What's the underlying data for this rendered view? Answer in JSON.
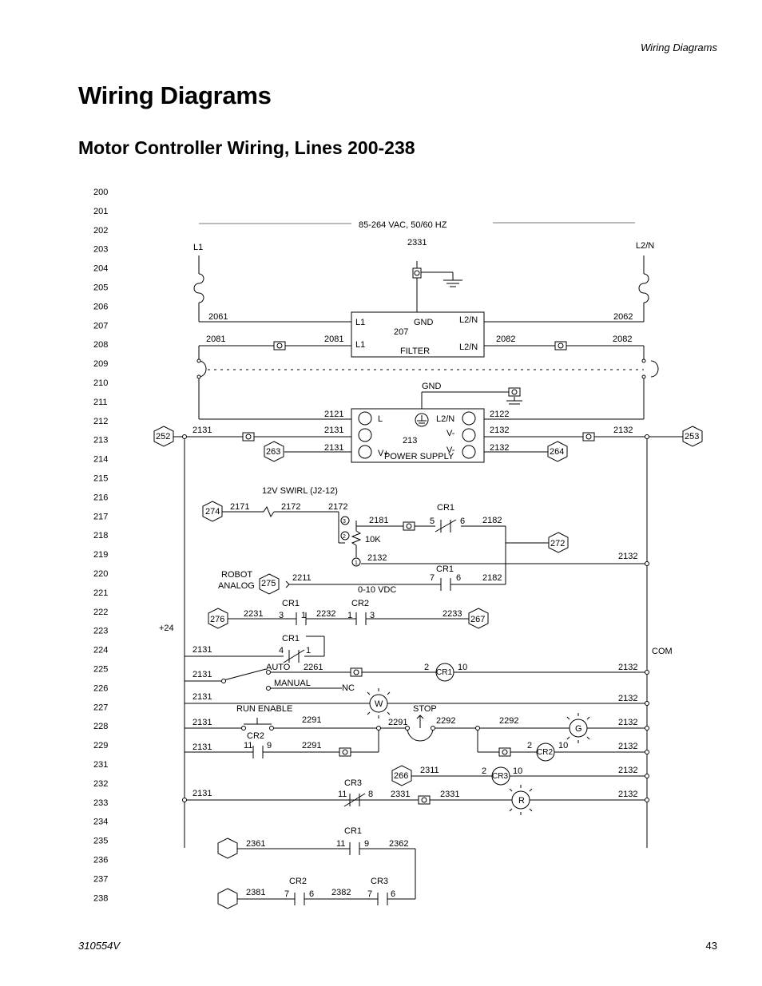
{
  "header": {
    "section": "Wiring Diagrams"
  },
  "page": {
    "title": "Wiring Diagrams",
    "subtitle": "Motor Controller Wiring, Lines 200-238"
  },
  "footer": {
    "doc_number": "310554V",
    "page_number": "43"
  },
  "line_numbers": [
    "200",
    "201",
    "202",
    "203",
    "204",
    "205",
    "206",
    "207",
    "208",
    "209",
    "210",
    "211",
    "212",
    "213",
    "214",
    "215",
    "216",
    "217",
    "218",
    "219",
    "220",
    "221",
    "222",
    "223",
    "224",
    "225",
    "226",
    "227",
    "228",
    "229",
    "231",
    "232",
    "233",
    "234",
    "235",
    "236",
    "237",
    "238"
  ],
  "labels": {
    "supply": "85-264 VAC, 50/60 HZ",
    "l1": "L1",
    "l2n": "L2/N",
    "w2331": "2331",
    "w2061": "2061",
    "w2062": "2062",
    "w2081a": "2081",
    "w2081b": "2081",
    "w2082a": "2082",
    "w2082b": "2082",
    "filter_l1a": "L1",
    "filter_l1b": "L1",
    "filter_gnd": "GND",
    "filter_num": "207",
    "filter_l2na": "L2/N",
    "filter_l2nb": "L2/N",
    "filter_name": "FILTER",
    "gnd2": "GND",
    "w2121": "2121",
    "w2131a": "2131",
    "w2131b": "2131",
    "w2131c": "2131",
    "w2122": "2122",
    "w2132a": "2132",
    "w2132b": "2132",
    "w2132c": "2132",
    "ps_l": "L",
    "ps_l2n": "L2/N",
    "ps_vm1": "V-",
    "ps_vm2": "V-",
    "ps_vp": "V+",
    "ps_num": "213",
    "ps_name": "POWER SUPPLY",
    "ref252": "252",
    "ref253": "253",
    "ref263": "263",
    "ref264": "264",
    "swirl": "12V SWIRL (J2-12)",
    "ref274": "274",
    "w2171": "2171",
    "w2172a": "2172",
    "w2172b": "2172",
    "pin3": "3",
    "pin2": "2",
    "pin1": "1",
    "w2181": "2181",
    "pot": "10K",
    "w2132d": "2132",
    "cr1_a": "CR1",
    "c5": "5",
    "c6": "6",
    "w2182a": "2182",
    "ref272": "272",
    "w2132e": "2132",
    "robot1": "ROBOT",
    "robot2": "ANALOG",
    "ref275": "275",
    "w2211": "2211",
    "cr1_b": "CR1",
    "c7": "7",
    "c6b": "6",
    "w2182b": "2182",
    "vdc": "0-10 VDC",
    "ref276": "276",
    "w2231": "2231",
    "cr1_c": "CR1",
    "c3": "3",
    "c1": "1",
    "w2232": "2232",
    "cr2_a": "CR2",
    "c1b": "1",
    "c3b": "3",
    "w2233": "2233",
    "ref267": "267",
    "p24": "+24",
    "com": "COM",
    "w2131d": "2131",
    "cr1_d": "CR1",
    "c4": "4",
    "c1c": "1",
    "w2131e": "2131",
    "auto": "AUTO",
    "w2261": "2261",
    "manual": "MANUAL",
    "nc": "NC",
    "c2a": "2",
    "cr1coil": "CR1",
    "c10a": "10",
    "w2132f": "2132",
    "w2131f": "2131",
    "w_lamp": "W",
    "w2132g": "2132",
    "run_enable": "RUN ENABLE",
    "w2131g": "2131",
    "w2291a": "2291",
    "w2291b": "2291",
    "stop": "STOP",
    "w2292a": "2292",
    "w2292b": "2292",
    "g_lamp": "G",
    "w2132h": "2132",
    "cr2_b": "CR2",
    "w2131h": "2131",
    "c11a": "11",
    "c9a": "9",
    "w2291c": "2291",
    "c2b": "2",
    "cr2coil": "CR2",
    "c10b": "10",
    "w2132i": "2132",
    "ref266": "266",
    "w2311": "2311",
    "c2c": "2",
    "cr3coil": "CR3",
    "c10c": "10",
    "w2132j": "2132",
    "cr3_a": "CR3",
    "w2131i": "2131",
    "c11b": "11",
    "c8": "8",
    "w2331b": "2331",
    "w2331c": "2331",
    "r_lamp": "R",
    "w2132k": "2132",
    "cr1_e": "CR1",
    "w2361": "2361",
    "c11c": "11",
    "c9b": "9",
    "w2362": "2362",
    "cr2_c": "CR2",
    "cr3_b": "CR3",
    "w2381": "2381",
    "c7b": "7",
    "c6c": "6",
    "w2382": "2382",
    "c7c": "7",
    "c6d": "6"
  },
  "colors": {
    "wire": "#000000",
    "divider": "#777777"
  }
}
